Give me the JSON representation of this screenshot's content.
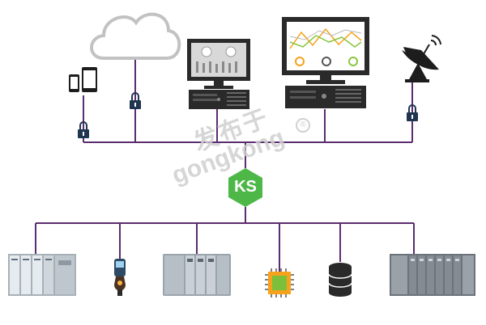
{
  "hub": {
    "label": "KS",
    "color": "#4db848"
  },
  "line_color": "#5b2c6f",
  "watermark": {
    "chinese": "发布于",
    "latin": "gongkong",
    "mark": "®"
  },
  "top_devices": [
    "mobile-phones",
    "cloud",
    "hmi-computer",
    "dashboard-computer",
    "satellite-dish"
  ],
  "bottom_devices": [
    "plc-rack",
    "handheld-scanner",
    "io-rack",
    "microchip",
    "database",
    "server-rack"
  ]
}
